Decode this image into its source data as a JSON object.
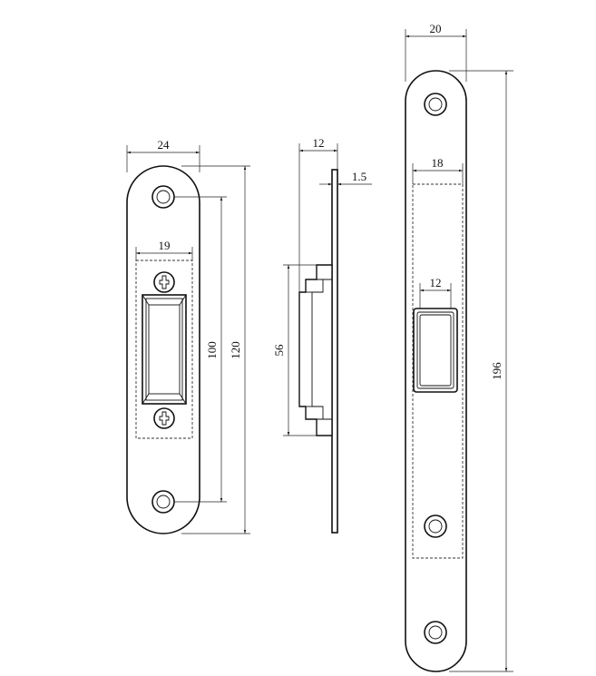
{
  "colors": {
    "line": "#111111",
    "background": "#ffffff"
  },
  "left_plate": {
    "width_label": "24",
    "opening_width_label": "19",
    "hole_spacing_label": "100",
    "height_label": "120"
  },
  "side_view": {
    "depth_label": "12",
    "plate_thickness_label": "1.5",
    "body_height_label": "56"
  },
  "right_plate": {
    "width_label": "20",
    "opening_width_label": "18",
    "slot_width_label": "12",
    "height_label": "196"
  }
}
